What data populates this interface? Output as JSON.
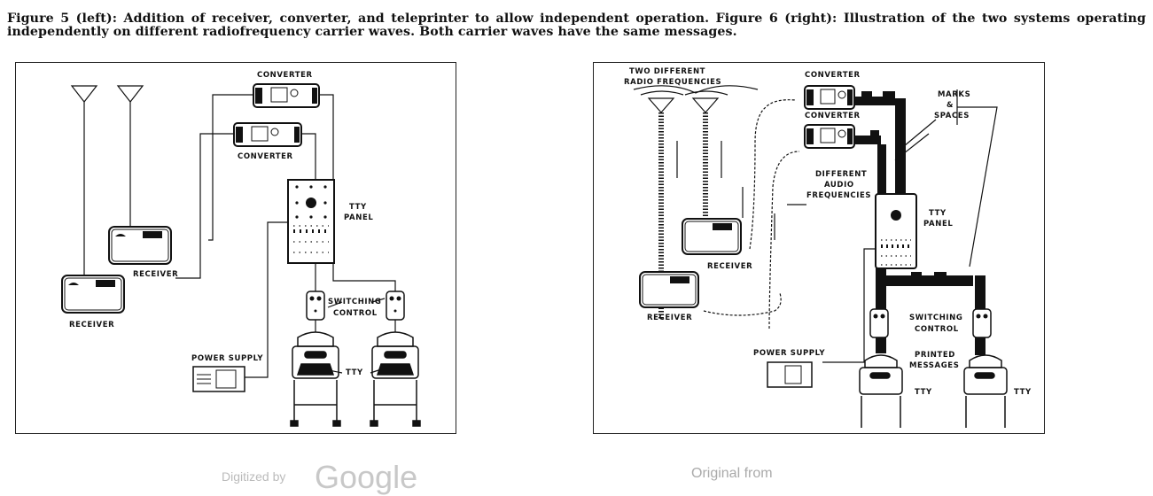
{
  "caption": {
    "fig5_label": "Figure 5 (left):",
    "fig5_text": "Addition of receiver, converter, and teleprinter to allow independent operation.",
    "fig6_label": "Figure 6 (right):",
    "fig6_text": "Illustration of the two systems operating independently on different radiofrequency carrier waves. Both carrier waves have the same messages."
  },
  "figure5": {
    "labels": {
      "converter_top": "CONVERTER",
      "converter_bottom": "CONVERTER",
      "tty_panel_1": "TTY",
      "tty_panel_2": "PANEL",
      "receiver_top": "RECEIVER",
      "receiver_bottom": "RECEIVER",
      "switching_1": "SWITCHING",
      "switching_2": "CONTROL",
      "power_supply": "POWER SUPPLY",
      "tty": "TTY"
    }
  },
  "figure6": {
    "labels": {
      "two_diff_1": "TWO DIFFERENT",
      "two_diff_2": "RADIO FREQUENCIES",
      "converter_top": "CONVERTER",
      "converter_bottom": "CONVERTER",
      "marks_1": "MARKS",
      "marks_2": "&",
      "marks_3": "SPACES",
      "diff_audio_1": "DIFFERENT",
      "diff_audio_2": "AUDIO",
      "diff_audio_3": "FREQUENCIES",
      "tty_panel_1": "TTY",
      "tty_panel_2": "PANEL",
      "receiver_top": "RECEIVER",
      "receiver_bottom": "RECEIVER",
      "switching_1": "SWITCHING",
      "switching_2": "CONTROL",
      "printed_1": "PRINTED",
      "printed_2": "MESSAGES",
      "power_supply": "POWER SUPPLY",
      "tty_left": "TTY",
      "tty_right": "TTY"
    }
  },
  "watermarks": {
    "digitized": "Digitized by",
    "google": "Google",
    "original": "Original from"
  }
}
